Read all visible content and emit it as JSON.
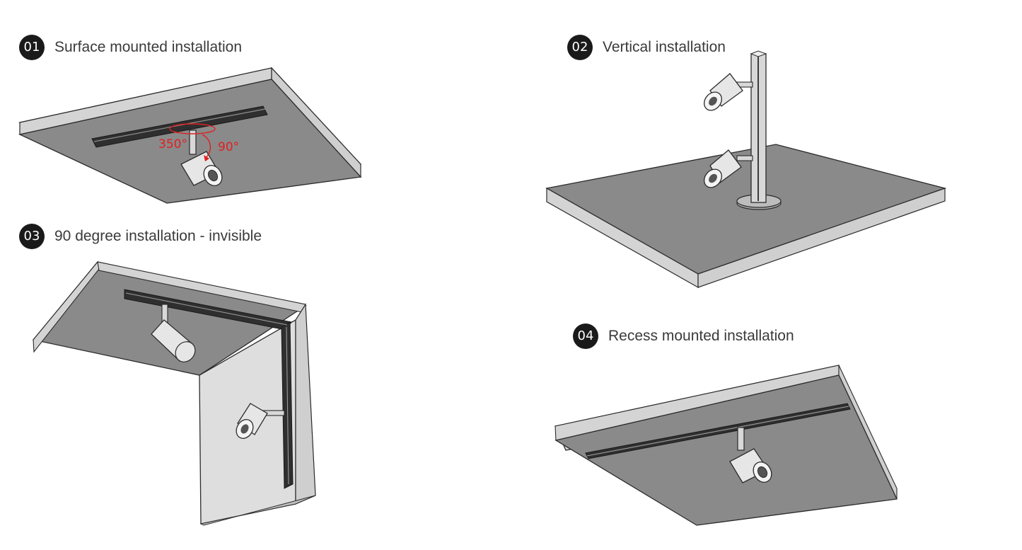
{
  "colors": {
    "board_top": "#8a8a8a",
    "board_edge": "#d4d4d4",
    "wall_face": "#dedede",
    "outline": "#2b2b2b",
    "annotation_red": "#e02020",
    "badge": "#1a1a1a"
  },
  "steps": [
    {
      "number": "01",
      "label": "Surface mounted installation"
    },
    {
      "number": "02",
      "label": "Vertical installation"
    },
    {
      "number": "03",
      "label": "90 degree installation - invisible"
    },
    {
      "number": "04",
      "label": "Recess mounted installation"
    }
  ],
  "annotations": {
    "rotation_horizontal": "350°",
    "rotation_vertical": "90°"
  },
  "icons": {
    "spotlight": "spotlight-icon",
    "track": "track-rail-icon"
  }
}
